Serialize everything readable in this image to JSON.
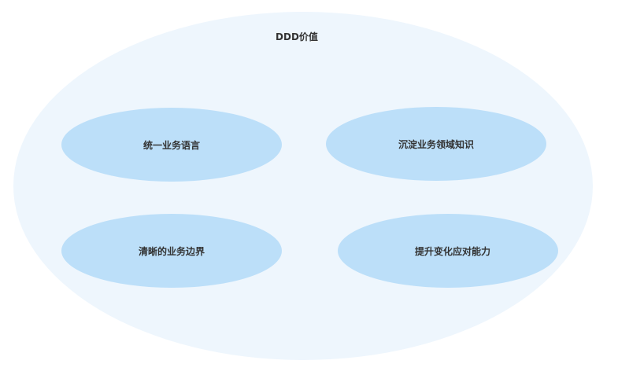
{
  "diagram": {
    "title": "DDD价值",
    "nodes": [
      {
        "label": "统一业务语言"
      },
      {
        "label": "沉淀业务领域知识"
      },
      {
        "label": "清晰的业务边界"
      },
      {
        "label": "提升变化应对能力"
      }
    ]
  },
  "colors": {
    "outer_fill": "#eef6fd",
    "inner_fill": "#bcdff9",
    "text": "#333333"
  }
}
